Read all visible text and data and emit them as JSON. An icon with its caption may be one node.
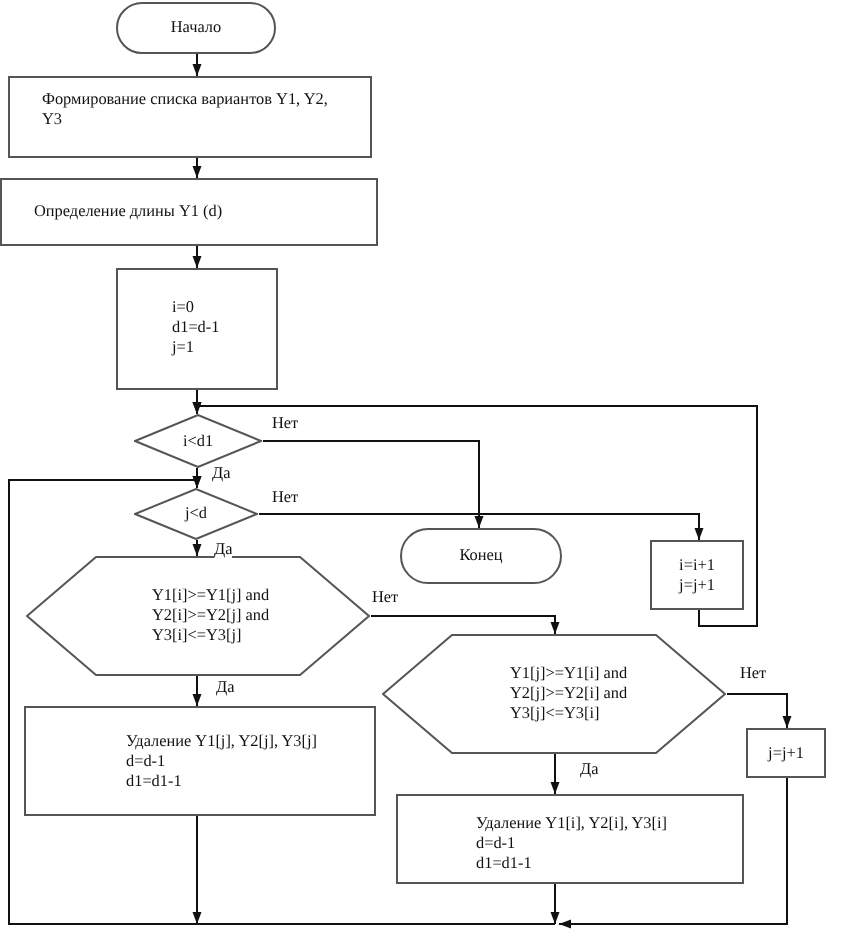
{
  "diagram": {
    "nodes": [
      {
        "text": [
          "Начало"
        ]
      },
      {
        "text": [
          "Формирование списка вариантов Y1, Y2, Y3"
        ]
      },
      {
        "text": [
          "Определение длины Y1 (d)"
        ]
      },
      {
        "text": [
          "i=0",
          "d1=d-1",
          "j=1"
        ]
      },
      {
        "text": [
          "i<d1"
        ]
      },
      {
        "text": [
          "j<d"
        ]
      },
      {
        "text": [
          "Y1[i]>=Y1[j] and Y2[i]>=Y2[j] and Y3[i]<=Y3[j]"
        ]
      },
      {
        "text": [
          "Удаление Y1[j], Y2[j], Y3[j]",
          "d=d-1",
          "d1=d1-1"
        ]
      },
      {
        "text": [
          "Конец"
        ]
      },
      {
        "text": [
          "i=i+1",
          "j=j+1"
        ]
      },
      {
        "text": [
          "Y1[j]>=Y1[i] and Y2[j]>=Y2[i] and Y3[j]<=Y3[i]"
        ]
      },
      {
        "text": [
          "Удаление Y1[i], Y2[i], Y3[i]",
          "d=d-1",
          "d1=d1-1"
        ]
      },
      {
        "text": [
          "j=j+1"
        ]
      }
    ],
    "edges": [
      {
        "from": 0,
        "to": 1,
        "arrow": "to"
      },
      {
        "from": 1,
        "to": 2,
        "arrow": "to"
      },
      {
        "from": 2,
        "to": 3,
        "arrow": "to"
      },
      {
        "from": 3,
        "to": 4,
        "arrow": "to"
      },
      {
        "from": 4,
        "to": 5,
        "arrow": "to",
        "label": "Да"
      },
      {
        "from": 4,
        "to": 8,
        "arrow": "to",
        "label": "Нет"
      },
      {
        "from": 5,
        "to": 6,
        "arrow": "to",
        "label": "Да"
      },
      {
        "from": 5,
        "to": 9,
        "arrow": "to",
        "label": "Нет"
      },
      {
        "from": 6,
        "to": 7,
        "arrow": "to",
        "label": "Да"
      },
      {
        "from": 6,
        "to": 10,
        "arrow": "to",
        "label": "Нет"
      },
      {
        "from": 10,
        "to": 11,
        "arrow": "to",
        "label": "Да"
      },
      {
        "from": 10,
        "to": 12,
        "arrow": "to",
        "label": "Нет"
      },
      {
        "from": 9,
        "to": 4,
        "arrow": "to"
      },
      {
        "from": 7,
        "to": 5,
        "arrow": "to"
      },
      {
        "from": 11,
        "to": 5,
        "arrow": "to"
      },
      {
        "from": 12,
        "to": 5,
        "arrow": "to"
      }
    ]
  }
}
